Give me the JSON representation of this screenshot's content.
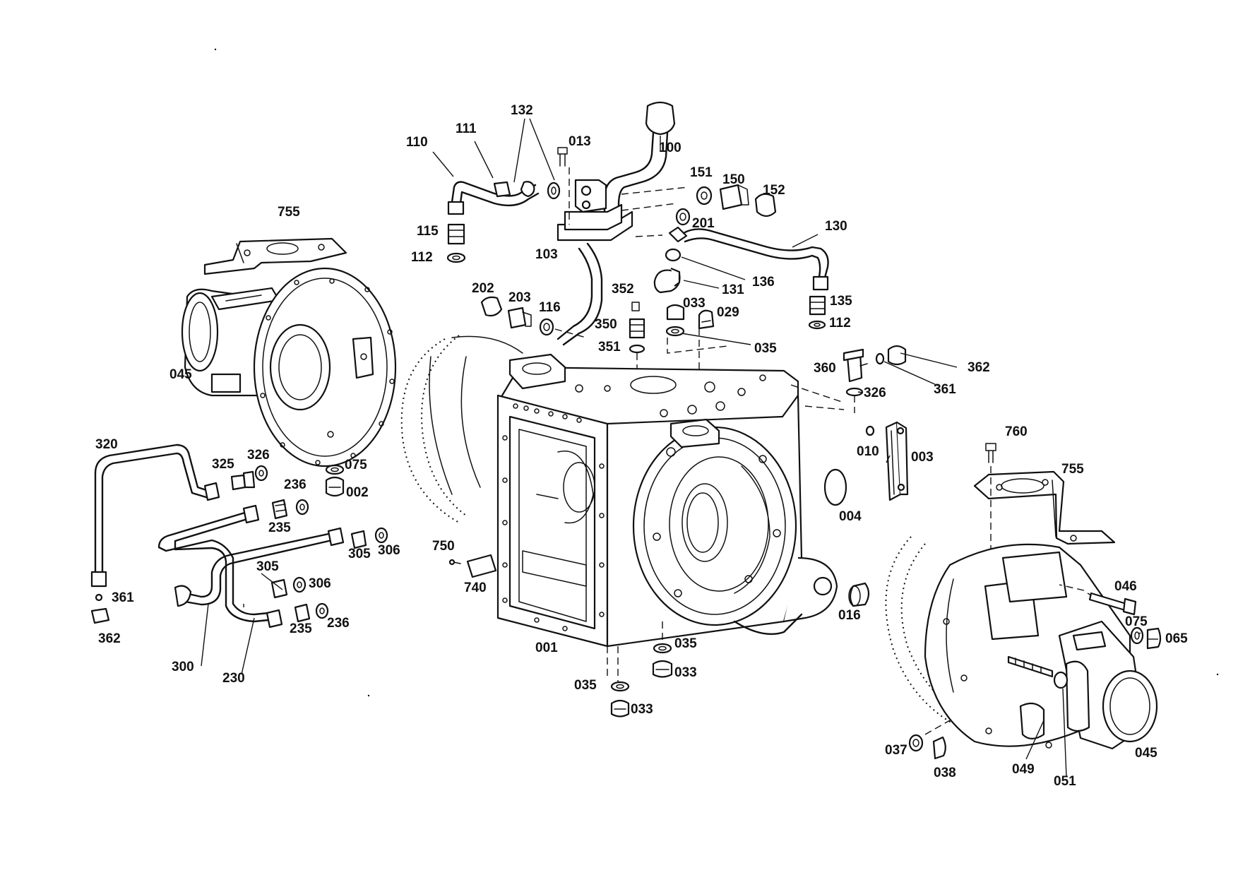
{
  "labels": [
    {
      "id": "l-100",
      "text": "100"
    },
    {
      "id": "l-013",
      "text": "013"
    },
    {
      "id": "l-132",
      "text": "132"
    },
    {
      "id": "l-111",
      "text": "111"
    },
    {
      "id": "l-110",
      "text": "110"
    },
    {
      "id": "l-151",
      "text": "151"
    },
    {
      "id": "l-150",
      "text": "150"
    },
    {
      "id": "l-152",
      "text": "152"
    },
    {
      "id": "l-201",
      "text": "201"
    },
    {
      "id": "l-130",
      "text": "130"
    },
    {
      "id": "l-115",
      "text": "115"
    },
    {
      "id": "l-112a",
      "text": "112"
    },
    {
      "id": "l-103",
      "text": "103"
    },
    {
      "id": "l-136",
      "text": "136"
    },
    {
      "id": "l-131",
      "text": "131"
    },
    {
      "id": "l-755a",
      "text": "755"
    },
    {
      "id": "l-202",
      "text": "202"
    },
    {
      "id": "l-203",
      "text": "203"
    },
    {
      "id": "l-116",
      "text": "116"
    },
    {
      "id": "l-352",
      "text": "352"
    },
    {
      "id": "l-033a",
      "text": "033"
    },
    {
      "id": "l-029",
      "text": "029"
    },
    {
      "id": "l-135",
      "text": "135"
    },
    {
      "id": "l-112b",
      "text": "112"
    },
    {
      "id": "l-350",
      "text": "350"
    },
    {
      "id": "l-351",
      "text": "351"
    },
    {
      "id": "l-035a",
      "text": "035"
    },
    {
      "id": "l-362a",
      "text": "362"
    },
    {
      "id": "l-360",
      "text": "360"
    },
    {
      "id": "l-361a",
      "text": "361"
    },
    {
      "id": "l-326a",
      "text": "326"
    },
    {
      "id": "l-045a",
      "text": "045"
    },
    {
      "id": "l-760",
      "text": "760"
    },
    {
      "id": "l-320",
      "text": "320"
    },
    {
      "id": "l-325",
      "text": "325"
    },
    {
      "id": "l-326b",
      "text": "326"
    },
    {
      "id": "l-010",
      "text": "010"
    },
    {
      "id": "l-003",
      "text": "003"
    },
    {
      "id": "l-755b",
      "text": "755"
    },
    {
      "id": "l-236a",
      "text": "236"
    },
    {
      "id": "l-075a",
      "text": "075"
    },
    {
      "id": "l-002",
      "text": "002"
    },
    {
      "id": "l-235a",
      "text": "235"
    },
    {
      "id": "l-004",
      "text": "004"
    },
    {
      "id": "l-306a",
      "text": "306"
    },
    {
      "id": "l-305a",
      "text": "305"
    },
    {
      "id": "l-750",
      "text": "750"
    },
    {
      "id": "l-305b",
      "text": "305"
    },
    {
      "id": "l-306b",
      "text": "306"
    },
    {
      "id": "l-740",
      "text": "740"
    },
    {
      "id": "l-046",
      "text": "046"
    },
    {
      "id": "l-361b",
      "text": "361"
    },
    {
      "id": "l-016",
      "text": "016"
    },
    {
      "id": "l-075b",
      "text": "075"
    },
    {
      "id": "l-065",
      "text": "065"
    },
    {
      "id": "l-236b",
      "text": "236"
    },
    {
      "id": "l-235b",
      "text": "235"
    },
    {
      "id": "l-362b",
      "text": "362"
    },
    {
      "id": "l-035b",
      "text": "035"
    },
    {
      "id": "l-001",
      "text": "001"
    },
    {
      "id": "l-033b",
      "text": "033"
    },
    {
      "id": "l-300",
      "text": "300"
    },
    {
      "id": "l-230",
      "text": "230"
    },
    {
      "id": "l-035c",
      "text": "035"
    },
    {
      "id": "l-033c",
      "text": "033"
    },
    {
      "id": "l-045b",
      "text": "045"
    },
    {
      "id": "l-037",
      "text": "037"
    },
    {
      "id": "l-049",
      "text": "049"
    },
    {
      "id": "l-051",
      "text": "051"
    },
    {
      "id": "l-038",
      "text": "038"
    }
  ]
}
